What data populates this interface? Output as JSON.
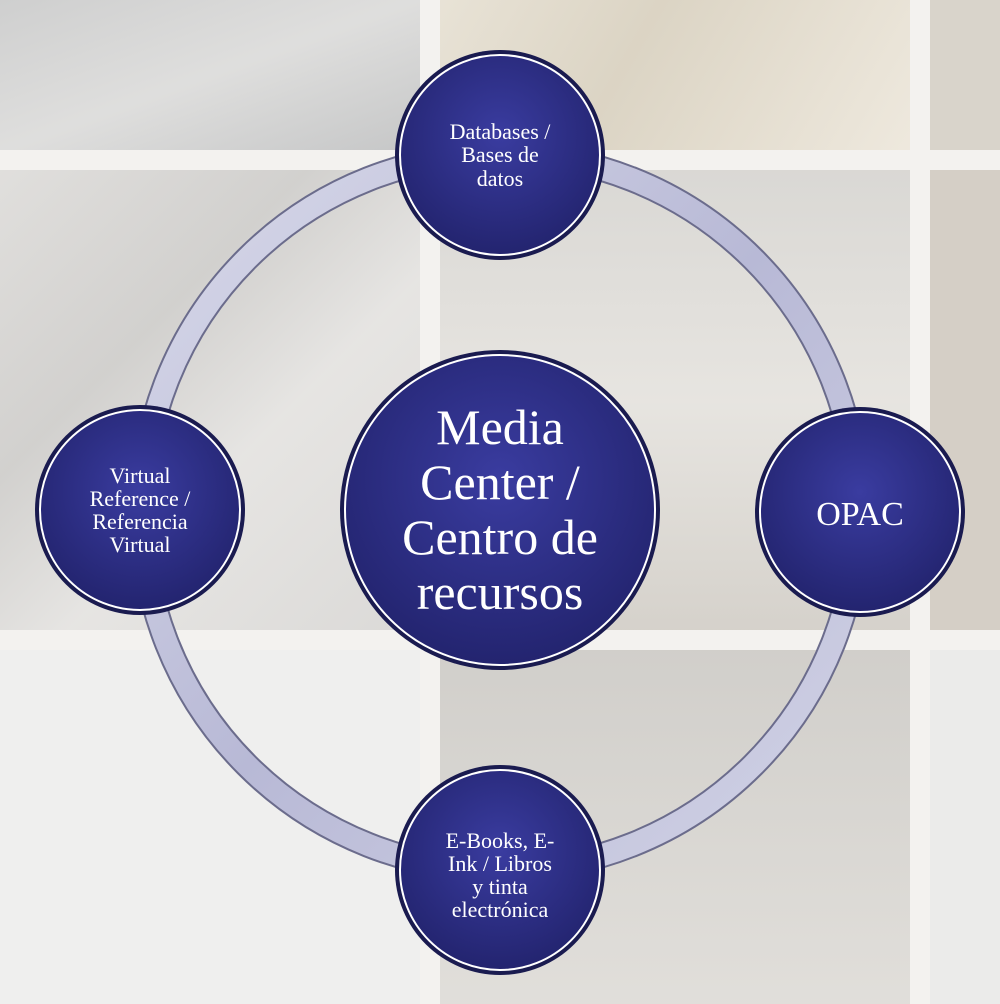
{
  "diagram": {
    "center": {
      "label": "Media\nCenter /\nCentro de\nrecursos"
    },
    "nodes": {
      "top": {
        "label": "Databases /\nBases de\ndatos"
      },
      "right": {
        "label": "OPAC"
      },
      "bottom": {
        "label": "E-Books, E-\nInk / Libros\ny tinta\nelectrónica"
      },
      "left": {
        "label": "Virtual\nReference /\nReferencia\nVirtual"
      }
    },
    "colors": {
      "node_fill": "#2b2d86",
      "node_outline": "#ffffff",
      "ring": "#c3c4dc",
      "text": "#ffffff"
    }
  }
}
